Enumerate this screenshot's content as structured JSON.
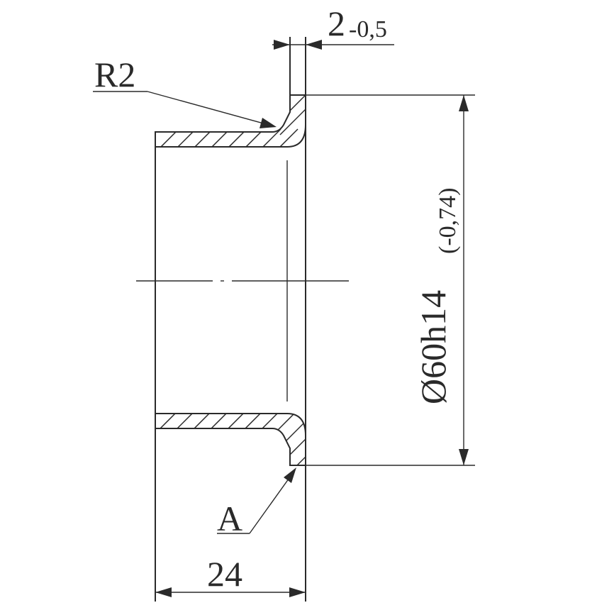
{
  "dimensions": {
    "thickness": {
      "value": "2",
      "tolerance": "-0,5"
    },
    "diameter": {
      "value": "Ø60h14",
      "tolerance": "(-0,74)"
    },
    "length": {
      "value": "24"
    }
  },
  "callouts": {
    "radius": "R2",
    "view": "A"
  },
  "colors": {
    "line": "#2a2a2a",
    "background": "#ffffff"
  }
}
